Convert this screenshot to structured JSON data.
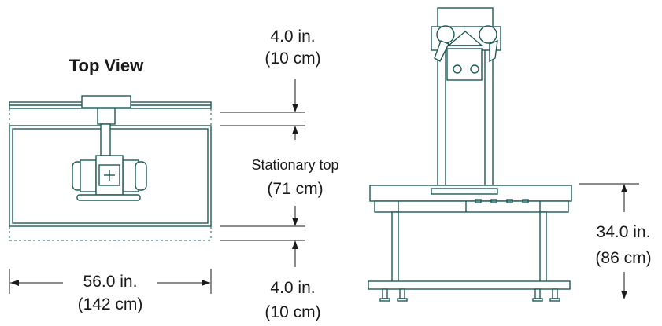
{
  "top_view": {
    "title": "Top View",
    "width_dim": {
      "imperial": "56.0 in.",
      "metric": "(142 cm)"
    }
  },
  "clearance_top": {
    "imperial": "4.0 in.",
    "metric": "(10 cm)"
  },
  "stationary_top": {
    "label": "Stationary top",
    "metric": "(71 cm)"
  },
  "clearance_bottom": {
    "imperial": "4.0 in.",
    "metric": "(10 cm)"
  },
  "side_view": {
    "height_dim": {
      "imperial": "34.0 in.",
      "metric": "(86 cm)"
    }
  },
  "colors": {
    "drawing": "#1f5a57",
    "text": "#1a1a1a"
  }
}
